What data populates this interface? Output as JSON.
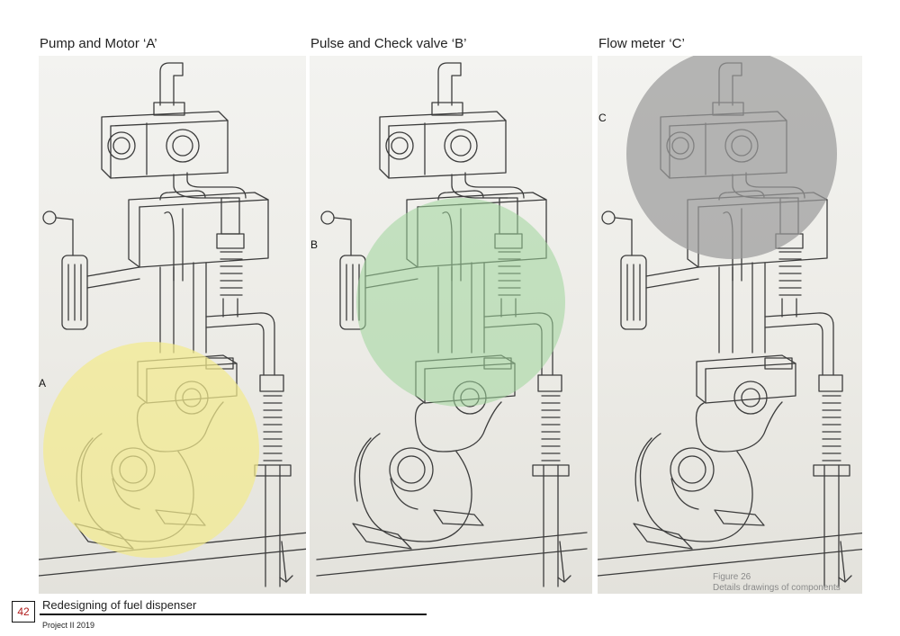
{
  "panels": [
    {
      "heading": "Pump and Motor ‘A’",
      "marker": "A",
      "highlight_color": "#f2ea8e"
    },
    {
      "heading": "Pulse and Check valve ‘B’",
      "marker": "B",
      "highlight_color": "#9fd59a"
    },
    {
      "heading": "Flow meter ‘C’",
      "marker": "C",
      "highlight_color": "#9b9b9b"
    }
  ],
  "caption": {
    "figure": "Figure 26",
    "text": "Details drawings of components"
  },
  "footer": {
    "page_number": "42",
    "title": "Redesigning of fuel dispenser",
    "subtitle": "Project II 2019"
  },
  "colors": {
    "accent": "#b01c1c",
    "sketch_line": "#3a3a3a"
  }
}
